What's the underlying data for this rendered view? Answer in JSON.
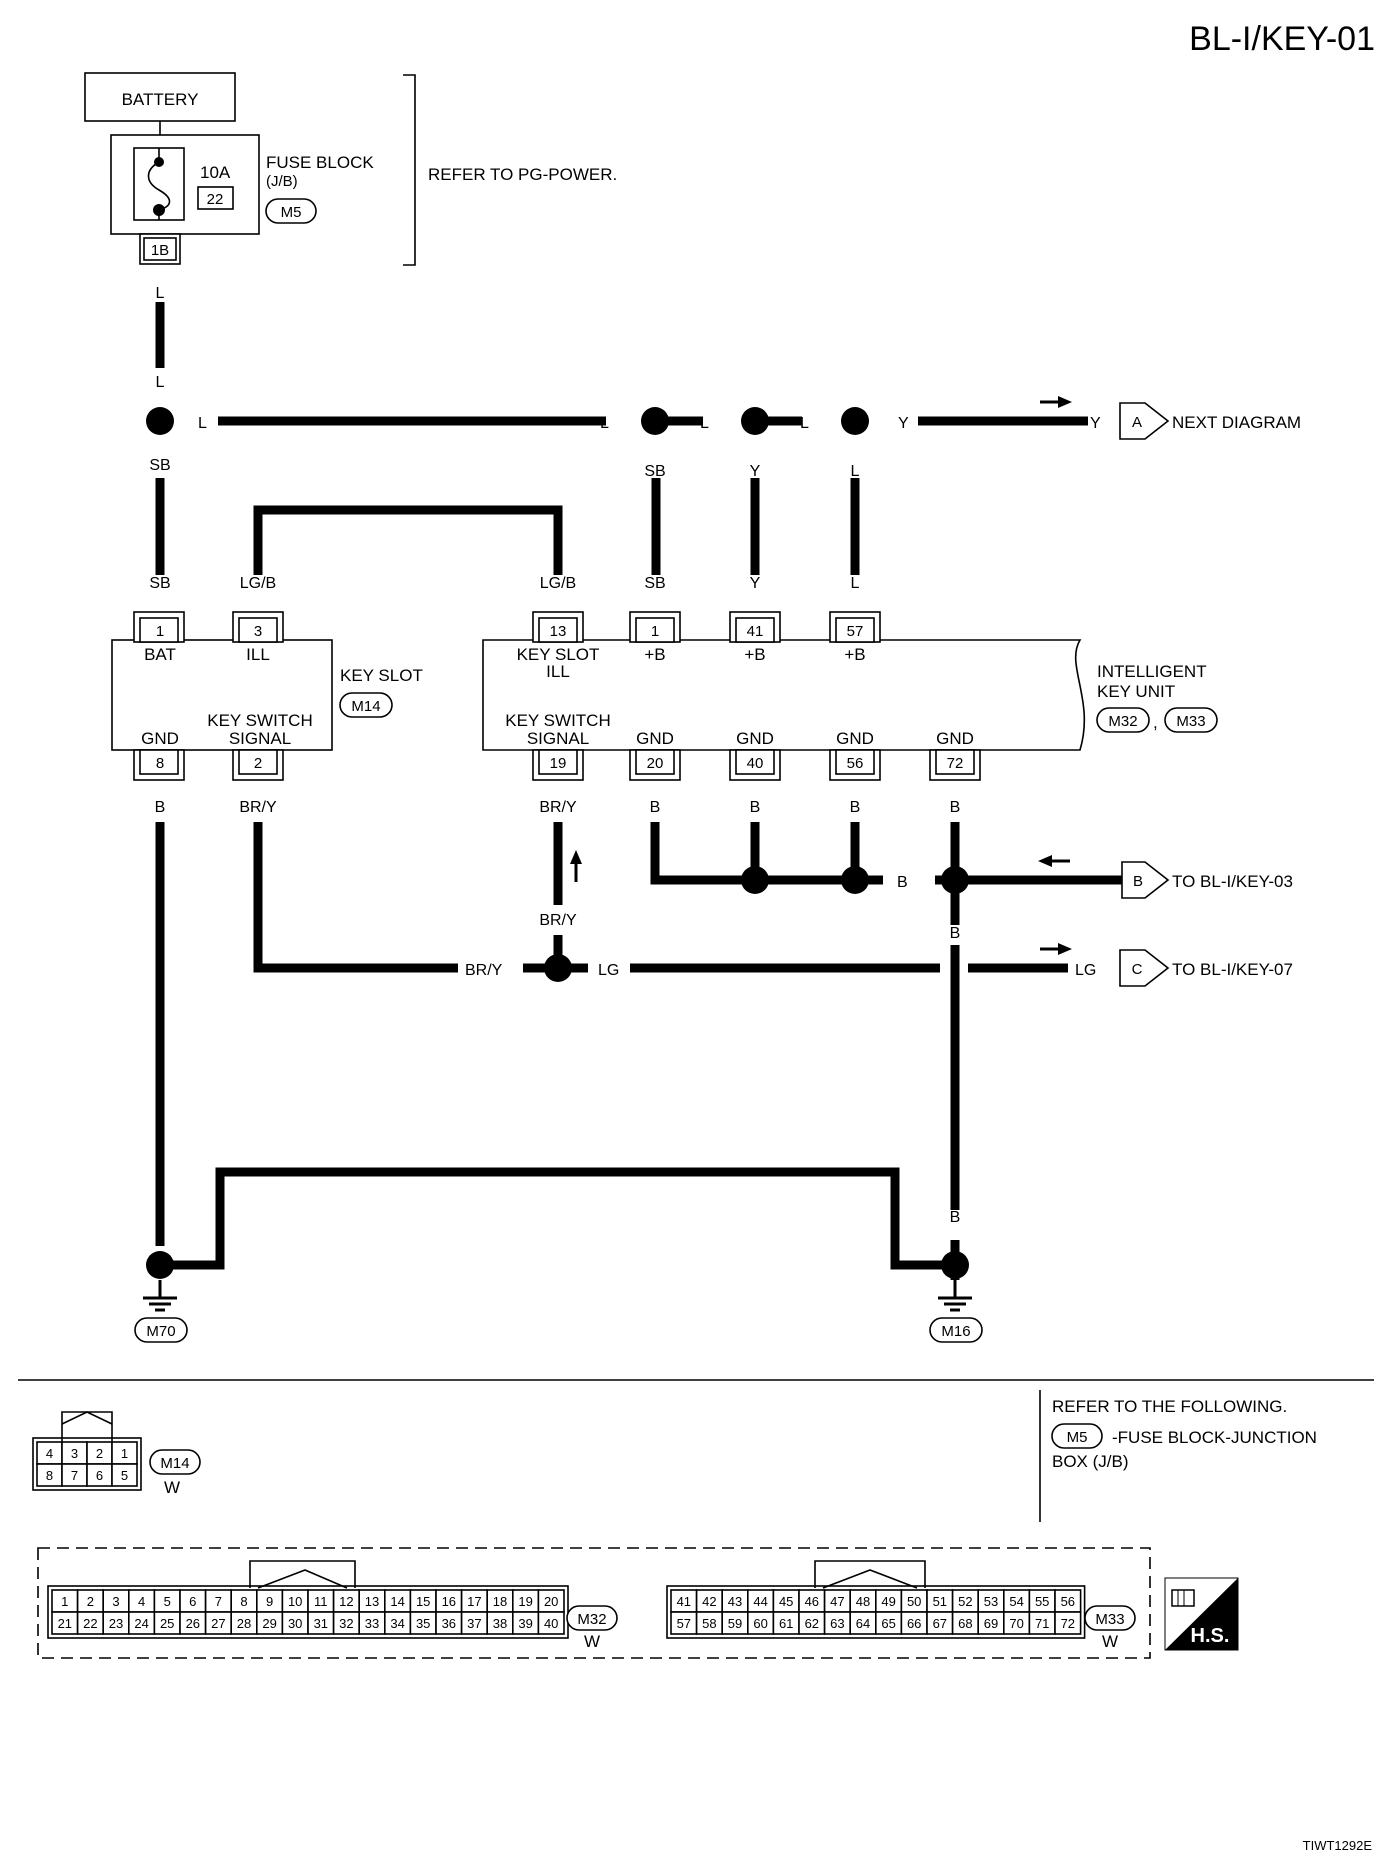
{
  "page_id": "BL-I/KEY-01",
  "battery": "BATTERY",
  "fuse": {
    "block_name": "FUSE BLOCK",
    "block_sub": "(J/B)",
    "rating": "10A",
    "number": "22",
    "connector": "M5",
    "terminal": "1B"
  },
  "refer_pg": "REFER TO PG-POWER.",
  "wire_colors": {
    "L": "L",
    "SB": "SB",
    "Y": "Y",
    "LGB": "LG/B",
    "B": "B",
    "BRY": "BR/Y",
    "LG": "LG"
  },
  "key_slot": {
    "name": "KEY SLOT",
    "connector": "M14",
    "t1": "1",
    "t1_label": "BAT",
    "t3": "3",
    "t3_label": "ILL",
    "t8": "8",
    "t8_label": "GND",
    "t2": "2",
    "t2_label_1": "KEY SWITCH",
    "t2_label_2": "SIGNAL"
  },
  "iku": {
    "name_1": "INTELLIGENT",
    "name_2": "KEY UNIT",
    "conn_a": "M32",
    "conn_b": "M33",
    "t13": "13",
    "t13_label_1": "KEY SLOT",
    "t13_label_2": "ILL",
    "t1": "1",
    "t41": "41",
    "t57": "57",
    "plus_b": "+B",
    "t19": "19",
    "t19_label_1": "KEY SWITCH",
    "t19_label_2": "SIGNAL",
    "t20": "20",
    "t40": "40",
    "t56": "56",
    "t72": "72",
    "gnd": "GND"
  },
  "arrows": {
    "a_letter": "A",
    "a_text": "NEXT DIAGRAM",
    "b_letter": "B",
    "b_text": "TO BL-I/KEY-03",
    "c_letter": "C",
    "c_text": "TO BL-I/KEY-07"
  },
  "grounds": {
    "g1": "M70",
    "g2": "M16"
  },
  "legend": {
    "m14_pins_top": [
      "4",
      "3",
      "2",
      "1"
    ],
    "m14_pins_bottom": [
      "8",
      "7",
      "6",
      "5"
    ],
    "m14_name": "M14",
    "color_w": "W",
    "refer_title": "REFER TO THE FOLLOWING.",
    "refer_conn": "M5",
    "refer_line1": "-FUSE BLOCK-JUNCTION",
    "refer_line2": "BOX (J/B)",
    "m32_name": "M32",
    "m33_name": "M33",
    "m32_top": [
      "1",
      "2",
      "3",
      "4",
      "5",
      "6",
      "7",
      "8",
      "9",
      "10",
      "11",
      "12",
      "13",
      "14",
      "15",
      "16",
      "17",
      "18",
      "19",
      "20"
    ],
    "m32_bottom": [
      "21",
      "22",
      "23",
      "24",
      "25",
      "26",
      "27",
      "28",
      "29",
      "30",
      "31",
      "32",
      "33",
      "34",
      "35",
      "36",
      "37",
      "38",
      "39",
      "40"
    ],
    "m33_top": [
      "41",
      "42",
      "43",
      "44",
      "45",
      "46",
      "47",
      "48",
      "49",
      "50",
      "51",
      "52",
      "53",
      "54",
      "55",
      "56"
    ],
    "m33_bottom": [
      "57",
      "58",
      "59",
      "60",
      "61",
      "62",
      "63",
      "64",
      "65",
      "66",
      "67",
      "68",
      "69",
      "70",
      "71",
      "72"
    ],
    "hs": "H.S."
  },
  "figure_code": "TIWT1292E"
}
